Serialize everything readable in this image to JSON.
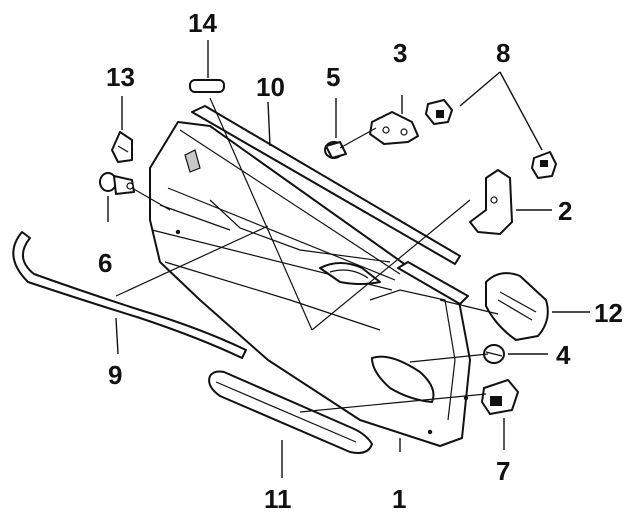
{
  "callouts": {
    "c1": "1",
    "c2": "2",
    "c3": "3",
    "c4": "4",
    "c5": "5",
    "c6": "6",
    "c7": "7",
    "c8": "8",
    "c9": "9",
    "c10": "10",
    "c11": "11",
    "c12": "12",
    "c13": "13",
    "c14": "14"
  }
}
